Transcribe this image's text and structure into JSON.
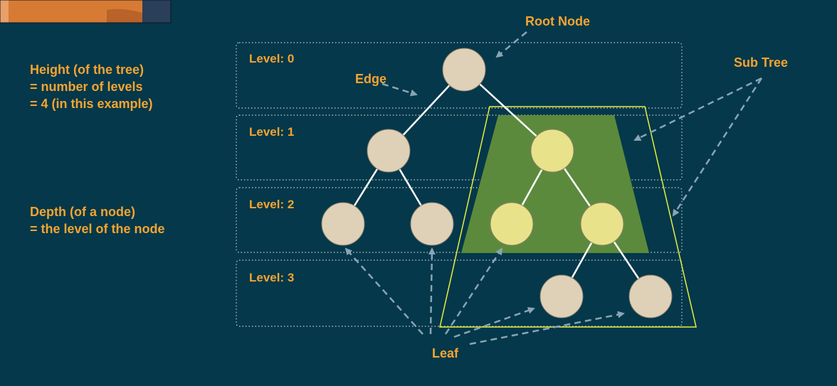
{
  "thumbnail": {
    "kind": "presenter-webcam"
  },
  "notes": {
    "height": [
      "Height (of the tree)",
      "= number of levels",
      "= 4 (in this example)"
    ],
    "depth": [
      "Depth (of a node)",
      "= the level of the node"
    ]
  },
  "levels": [
    "Level: 0",
    "Level: 1",
    "Level: 2",
    "Level: 3"
  ],
  "labels": {
    "root_node": "Root Node",
    "edge": "Edge",
    "sub_tree": "Sub Tree",
    "leaf": "Leaf"
  },
  "colors": {
    "background": "#04384a",
    "accent_text": "#f5a431",
    "node_fill": "#dfd1b8",
    "subtree_node_fill": "#e8e38a",
    "subtree_fill": "#5c8a3c",
    "subtree_outline": "#e6f03c",
    "arrow": "#8aa4b4"
  }
}
